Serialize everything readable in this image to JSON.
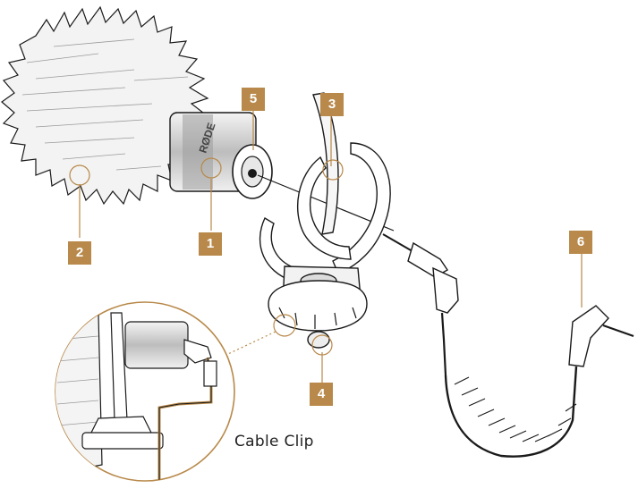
{
  "callouts": [
    {
      "number": "1"
    },
    {
      "number": "2"
    },
    {
      "number": "3"
    },
    {
      "number": "4"
    },
    {
      "number": "5"
    },
    {
      "number": "6"
    }
  ],
  "inset": {
    "caption": "Cable Clip"
  },
  "brand_marking": "RØDE",
  "colors": {
    "accent": "#b8894a",
    "line": "#1a1a1a",
    "cable_accent": "#b8894a"
  }
}
